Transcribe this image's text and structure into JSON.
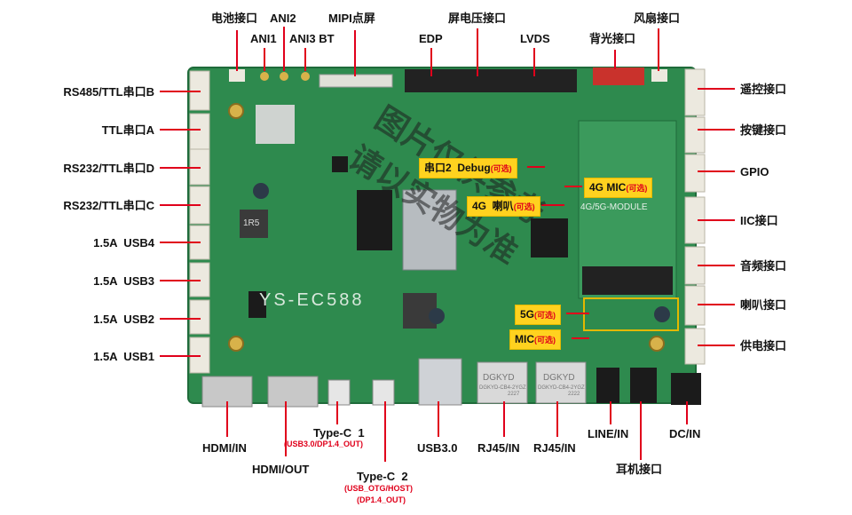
{
  "board": {
    "silkscreen_model": "YS-EC588",
    "module_label": "4G/5G-MODULE",
    "rj45_brand": "DGKYD",
    "rj45_part": "DGKYD-CB4-2YGZ",
    "rj45_num_a": "2227",
    "rj45_num_b": "2222",
    "inductor_marking": "1R5",
    "watermark_line1": "图片仅供参考",
    "watermark_line2": "请以实物为准"
  },
  "labels_top": {
    "battery": "电池接口",
    "ani1": "ANI1",
    "ani2": "ANI2",
    "ani3_bt": "ANI3 BT",
    "mipi": "MIPI点屏",
    "edp": "EDP",
    "screen_voltage": "屏电压接口",
    "lvds": "LVDS",
    "backlight": "背光接口",
    "fan": "风扇接口"
  },
  "labels_left": [
    "RS485/TTL串口B",
    "TTL串口A",
    "RS232/TTL串口D",
    "RS232/TTL串口C",
    "1.5A  USB4",
    "1.5A  USB3",
    "1.5A  USB2",
    "1.5A  USB1"
  ],
  "labels_right": [
    "遥控接口",
    "按键接口",
    "GPIO",
    "IIC接口",
    "音频接口",
    "喇叭接口",
    "供电接口"
  ],
  "labels_bottom": {
    "hdmi_in": "HDMI/IN",
    "hdmi_out": "HDMI/OUT",
    "typec1": "Type-C  1",
    "typec1_note": "(USB3.0/DP1.4_OUT)",
    "typec2": "Type-C  2",
    "typec2_note1": "(USB_OTG/HOST)",
    "typec2_note2": "(DP1.4_OUT)",
    "usb30": "USB3.0",
    "rj45_a": "RJ45/IN",
    "rj45_b": "RJ45/IN",
    "line_in": "LINE/IN",
    "earphone": "耳机接口",
    "dc_in": "DC/IN"
  },
  "badges": {
    "debug_main": "串口2  Debug",
    "debug_opt": "(可选)",
    "mic4g_main": "4G MIC",
    "mic4g_opt": "(可选)",
    "spk4g_main": "4G  喇叭",
    "spk4g_opt": "(可选)",
    "g5_main": "5G",
    "g5_opt": "(可选)",
    "mic_main": "MIC",
    "mic_opt": "(可选)"
  },
  "colors": {
    "pcb": "#2e8a4e",
    "pointer": "#e0001b",
    "badge": "#ffd21f",
    "connector": "#ece9df"
  }
}
